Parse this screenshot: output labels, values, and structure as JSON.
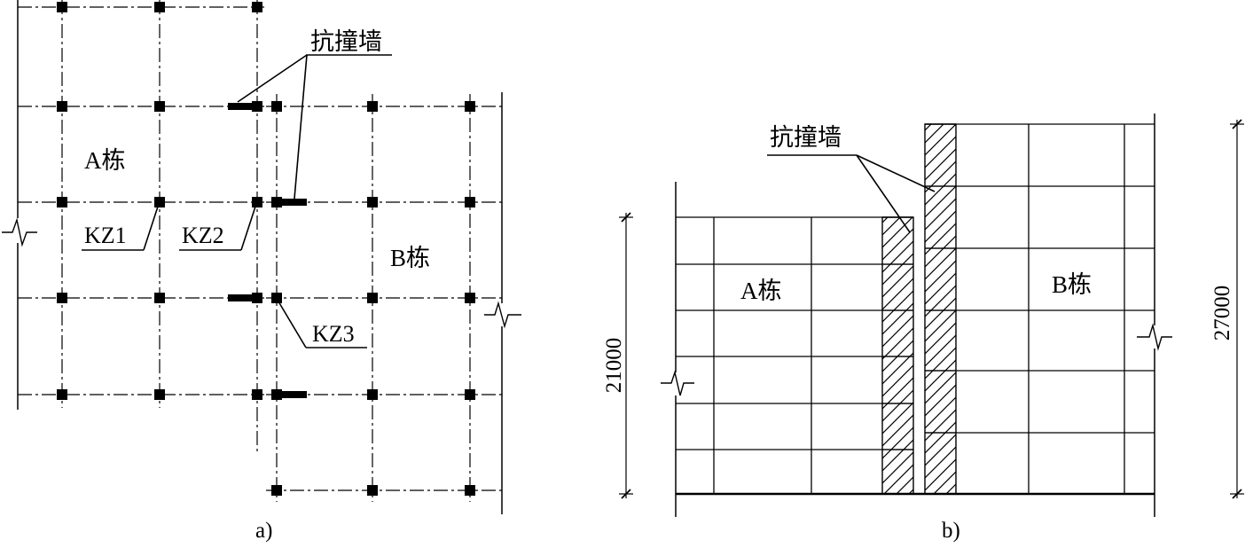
{
  "plan": {
    "wall_label": "抗撞墙",
    "building_a": "A栋",
    "building_b": "B栋",
    "column_kz1": "KZ1",
    "column_kz2": "KZ2",
    "column_kz3": "KZ3",
    "caption": "a)"
  },
  "elevation": {
    "wall_label": "抗撞墙",
    "building_a": "A栋",
    "building_b": "B栋",
    "height_a": "21000",
    "height_b": "27000",
    "caption": "b)"
  },
  "colors": {
    "ink": "#000000",
    "paper": "#ffffff"
  }
}
